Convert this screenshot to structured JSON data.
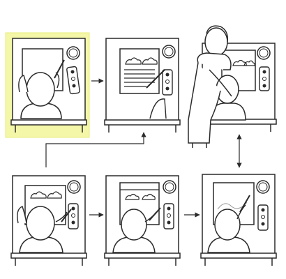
{
  "diagram": {
    "highlight_color": "#f4f7a8",
    "highlight_border": "#e8ee7a",
    "stroke_color": "#2a2a2a",
    "panels": [
      {
        "id": "p1",
        "step": 1,
        "scene": "child-painting-alone",
        "highlighted": true
      },
      {
        "id": "p2",
        "step": 2,
        "scene": "child-painting-with-text",
        "highlighted": false
      },
      {
        "id": "p3",
        "step": 3,
        "scene": "adult-guiding-child",
        "highlighted": false
      },
      {
        "id": "p4",
        "step": 4,
        "scene": "child-painting-clouds",
        "highlighted": false
      },
      {
        "id": "p5",
        "step": 5,
        "scene": "child-painting-landscape",
        "highlighted": false
      },
      {
        "id": "p6",
        "step": 6,
        "scene": "child-painting-free",
        "highlighted": false
      }
    ],
    "arrows": [
      "arrow-p1-to-p2",
      "arrow-p4-to-p2",
      "arrow-p3-to-p6",
      "arrow-p4-to-p5",
      "arrow-p5-to-p6"
    ]
  }
}
